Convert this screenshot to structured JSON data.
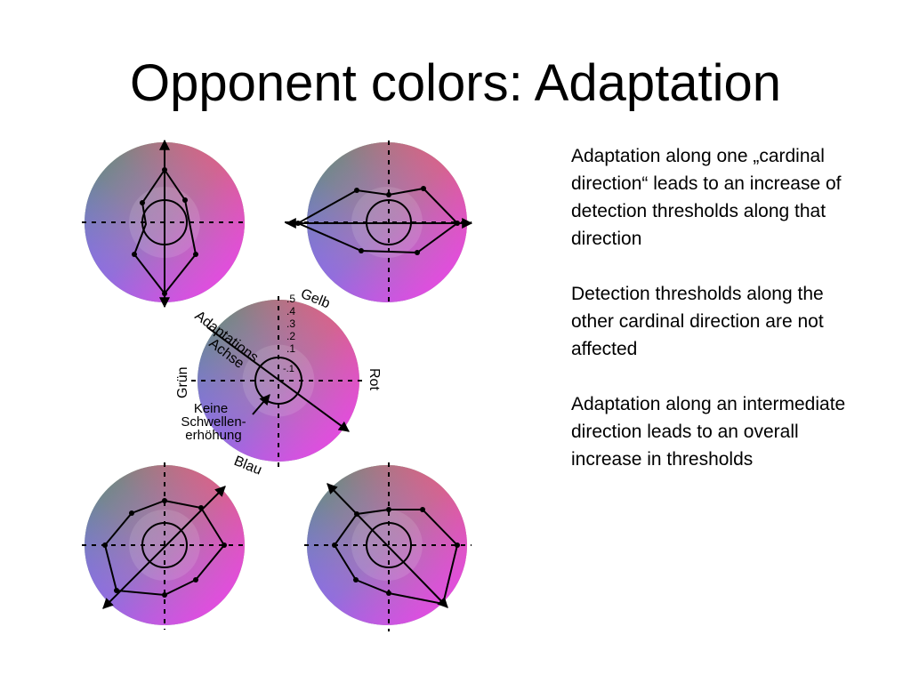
{
  "slide": {
    "title": "Opponent colors: Adaptation",
    "bullets": [
      "Adaptation along one „cardinal direction“ leads to an increase of detection thresholds along that direction",
      "Detection thresholds along the other cardinal direction are not affected",
      "Adaptation along an intermediate direction leads to an overall increase in thresholds"
    ]
  },
  "figure": {
    "axis_labels": {
      "top": "Gelb",
      "bottom": "Blau",
      "left": "Grün",
      "right": "Rot"
    },
    "tick_labels": [
      ".5",
      ".4",
      ".3",
      ".2",
      ".1",
      "-.1"
    ],
    "annotations": {
      "adaptation_axis": [
        "Adaptations",
        "Achse"
      ],
      "no_threshold_increase": [
        "Keine",
        "Schwellen-",
        "erhöhung"
      ]
    },
    "colors": {
      "green": "#1aa833",
      "red": "#f1646c",
      "yellow": "#c7a440",
      "blue": "#7c79f3",
      "magenta": "#f24df2",
      "ink": "#000000"
    }
  }
}
